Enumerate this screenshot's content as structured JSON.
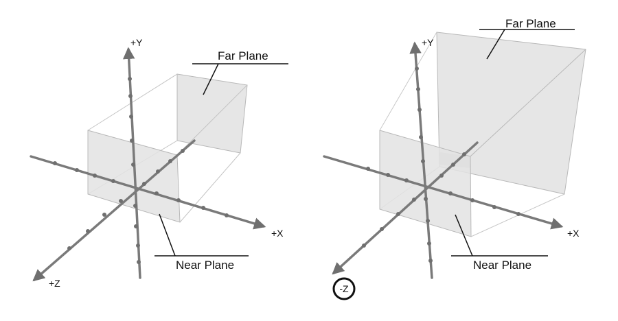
{
  "colors": {
    "axis": "#7a7a7a",
    "dot": "#6f6f6f",
    "plane_fill": "#e3e3e3",
    "plane_edge": "#b8b8b8",
    "text": "#111111"
  },
  "left": {
    "axes": {
      "y": "+Y",
      "x": "+X",
      "z": "+Z"
    },
    "labels": {
      "far": "Far Plane",
      "near": "Near Plane"
    }
  },
  "right": {
    "axes": {
      "y": "+Y",
      "x": "+X",
      "z": "-Z"
    },
    "labels": {
      "far": "Far Plane",
      "near": "Near Plane"
    },
    "highlight_icon": "circle-icon"
  }
}
